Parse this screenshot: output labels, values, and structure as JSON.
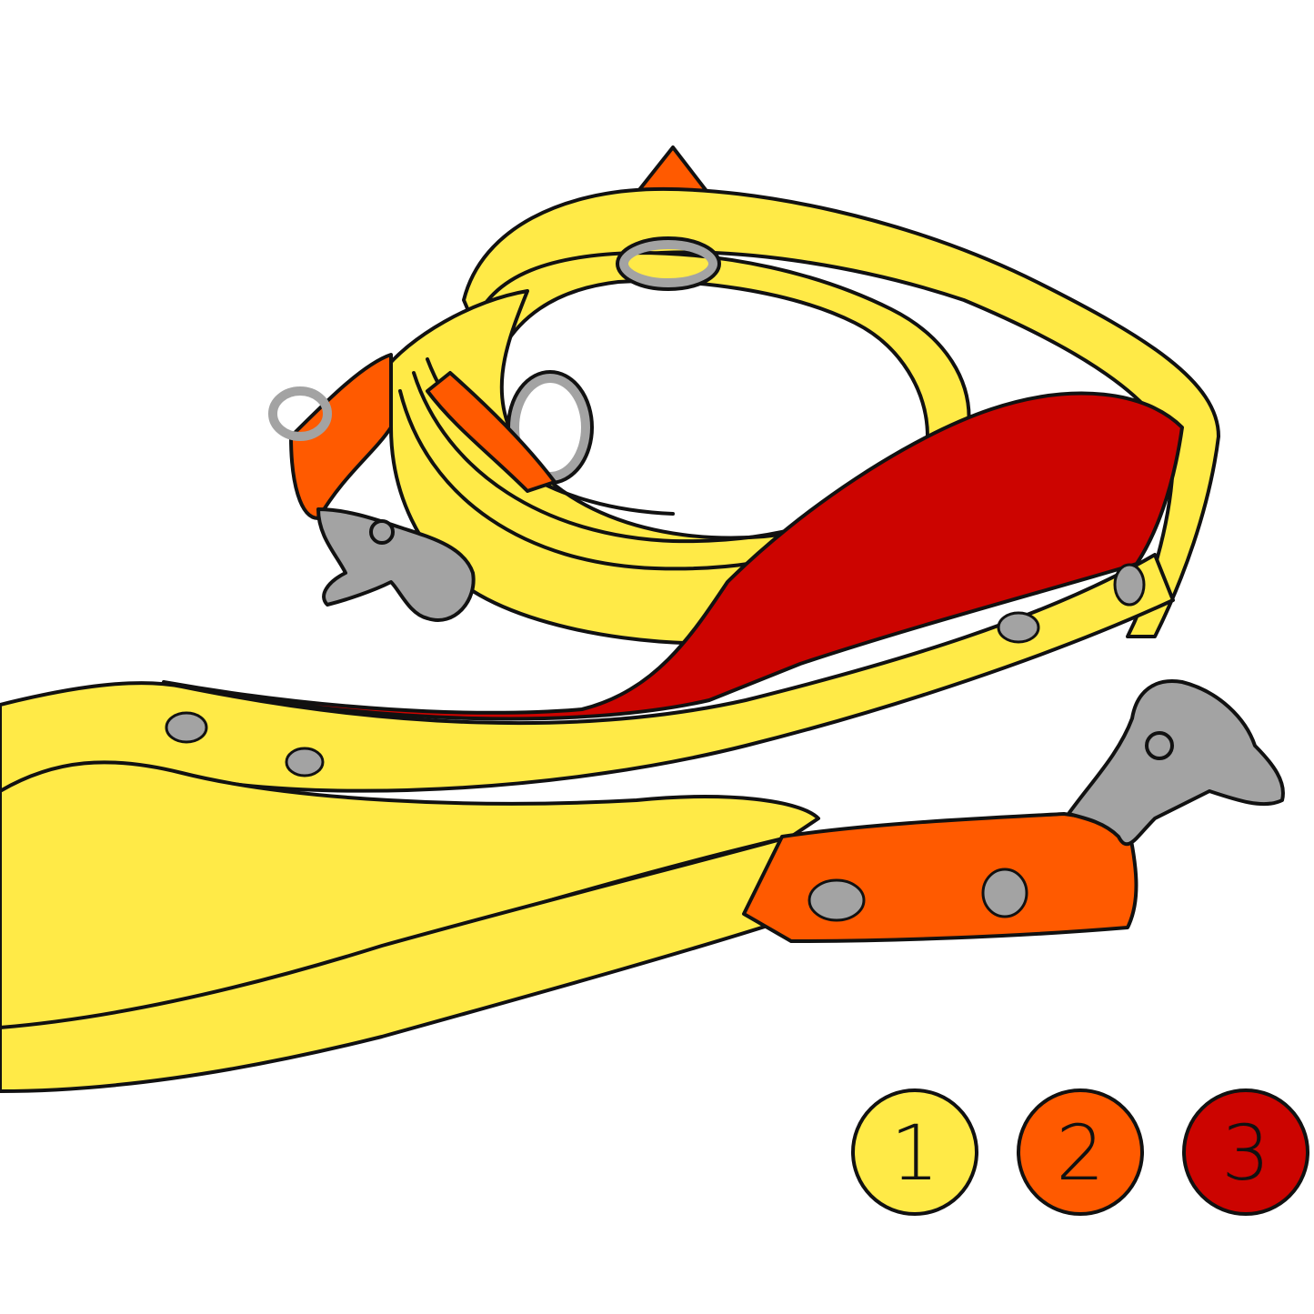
{
  "colors": {
    "yellow": "#FFEA47",
    "orange": "#FF5A00",
    "red": "#CC0400",
    "metal": "#A3A3A3",
    "outline": "#111111",
    "background": "#FFFFFF"
  },
  "swatches": [
    {
      "label": "1",
      "color": "#FFEA47"
    },
    {
      "label": "2",
      "color": "#FF5A00"
    },
    {
      "label": "3",
      "color": "#CC0400"
    }
  ]
}
